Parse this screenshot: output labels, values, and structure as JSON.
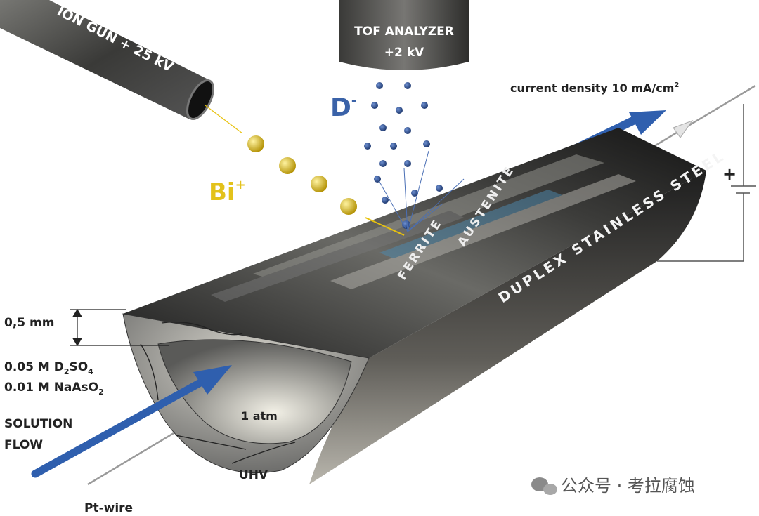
{
  "labels": {
    "ion_gun": "ION GUN + 25 kV",
    "tof_line1": "TOF ANALYZER",
    "tof_line2": "+2 kV",
    "d_minus": "D",
    "d_minus_sup": "-",
    "bi_plus": "Bi",
    "bi_plus_sup": "+",
    "current_density": "current density 10 mA/cm",
    "current_density_sup": "2",
    "ferrite": "FERRITE",
    "austenite": "AUSTENITE",
    "duplex": "DUPLEX STAINLESS STEEL",
    "thickness": "0,5 mm",
    "solution1_a": "0.05 M D",
    "solution1_sub1": "2",
    "solution1_b": "SO",
    "solution1_sub2": "4",
    "solution2_a": "0.01 M NaAsO",
    "solution2_sub": "2",
    "solution_flow_1": "SOLUTION",
    "solution_flow_2": "FLOW",
    "pressure": "1 atm",
    "uhv": "UHV",
    "pt_wire": "Pt-wire",
    "battery_plus": "+"
  },
  "watermark": "公众号 · 考拉腐蚀",
  "colors": {
    "blue": "#2f5fae",
    "yellow": "#e8c20f",
    "d_label": "#3a62a8",
    "bi_label": "#e3c21b"
  }
}
